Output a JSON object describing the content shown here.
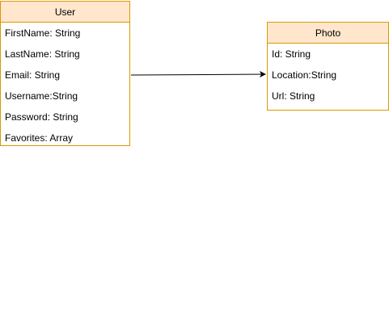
{
  "entities": {
    "user": {
      "title": "User",
      "attributes": [
        "FirstName: String",
        "LastName: String",
        "Email: String",
        "Username:String",
        "Password: String",
        "Favorites: Array"
      ]
    },
    "photo": {
      "title": "Photo",
      "attributes": [
        "Id: String",
        "Location:String",
        "Url: String"
      ]
    }
  },
  "colors": {
    "header_fill": "#ffe6cc",
    "border": "#d79b00",
    "connector": "#000000"
  }
}
